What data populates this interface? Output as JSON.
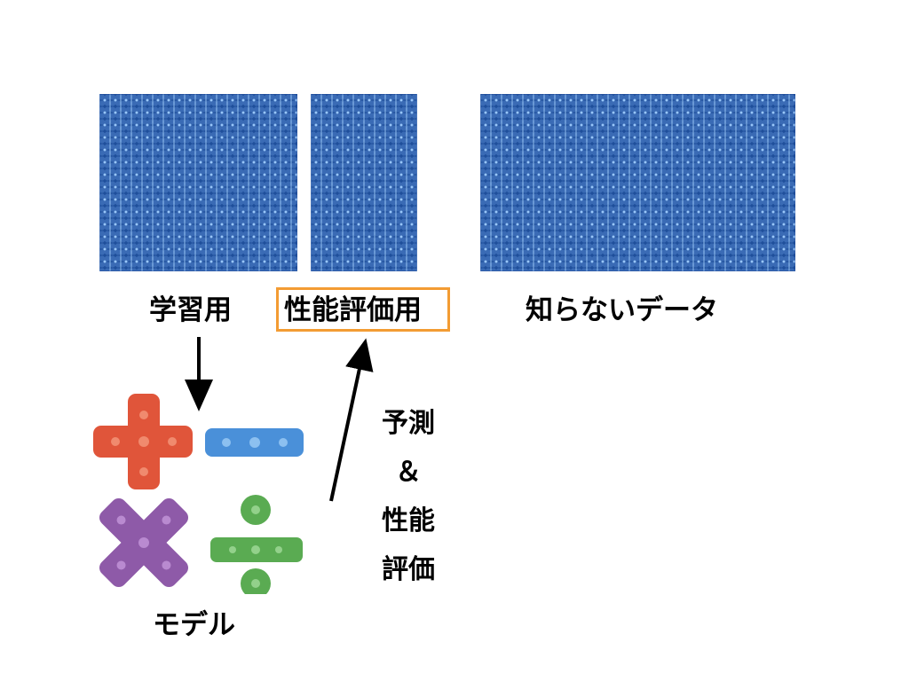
{
  "blocks": [
    {
      "id": "train"
    },
    {
      "id": "eval"
    },
    {
      "id": "unknown"
    }
  ],
  "labels": {
    "train": "学習用",
    "eval": "性能評価用",
    "unknown": "知らないデータ",
    "model": "モデル"
  },
  "side_text": {
    "line1": "予測",
    "line2": "＆",
    "line3": "性能",
    "line4": "評価"
  },
  "colors": {
    "data_block": "#1f4f9b",
    "eval_border": "#f39c33",
    "plus": "#e0553a",
    "minus": "#4a90d9",
    "times": "#8e5aa8",
    "divide": "#5aab52"
  },
  "icons": [
    "plus-icon",
    "minus-icon",
    "times-icon",
    "divide-icon"
  ]
}
